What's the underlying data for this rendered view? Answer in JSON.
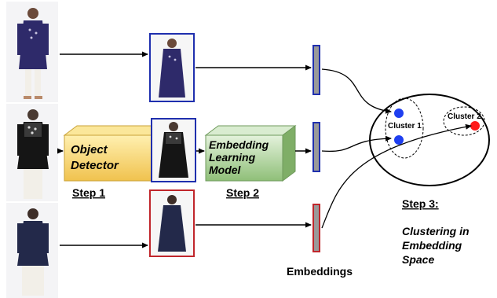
{
  "object_detector": {
    "line1": "Object",
    "line2": "Detector"
  },
  "embedding_model": {
    "line1": "Embedding",
    "line2": "Learning",
    "line3": "Model"
  },
  "steps": {
    "step1": "Step 1",
    "step2": "Step 2",
    "step3": "Step 3:"
  },
  "step3_caption": {
    "line1": "Clustering in",
    "line2": "Embedding",
    "line3": "Space"
  },
  "embeddings_label": "Embeddings",
  "clusters": {
    "cluster1": "Cluster 1",
    "cluster2": "Cluster 2"
  },
  "colors": {
    "blue_frame": "#1f2fae",
    "red_frame": "#c0262b",
    "detector_fill": "#f5d36a",
    "model_fill": "#a8cf96",
    "embedding_gray": "#9a9a9a",
    "blue_point": "#1f3ff0",
    "red_point": "#ff1a1a"
  }
}
